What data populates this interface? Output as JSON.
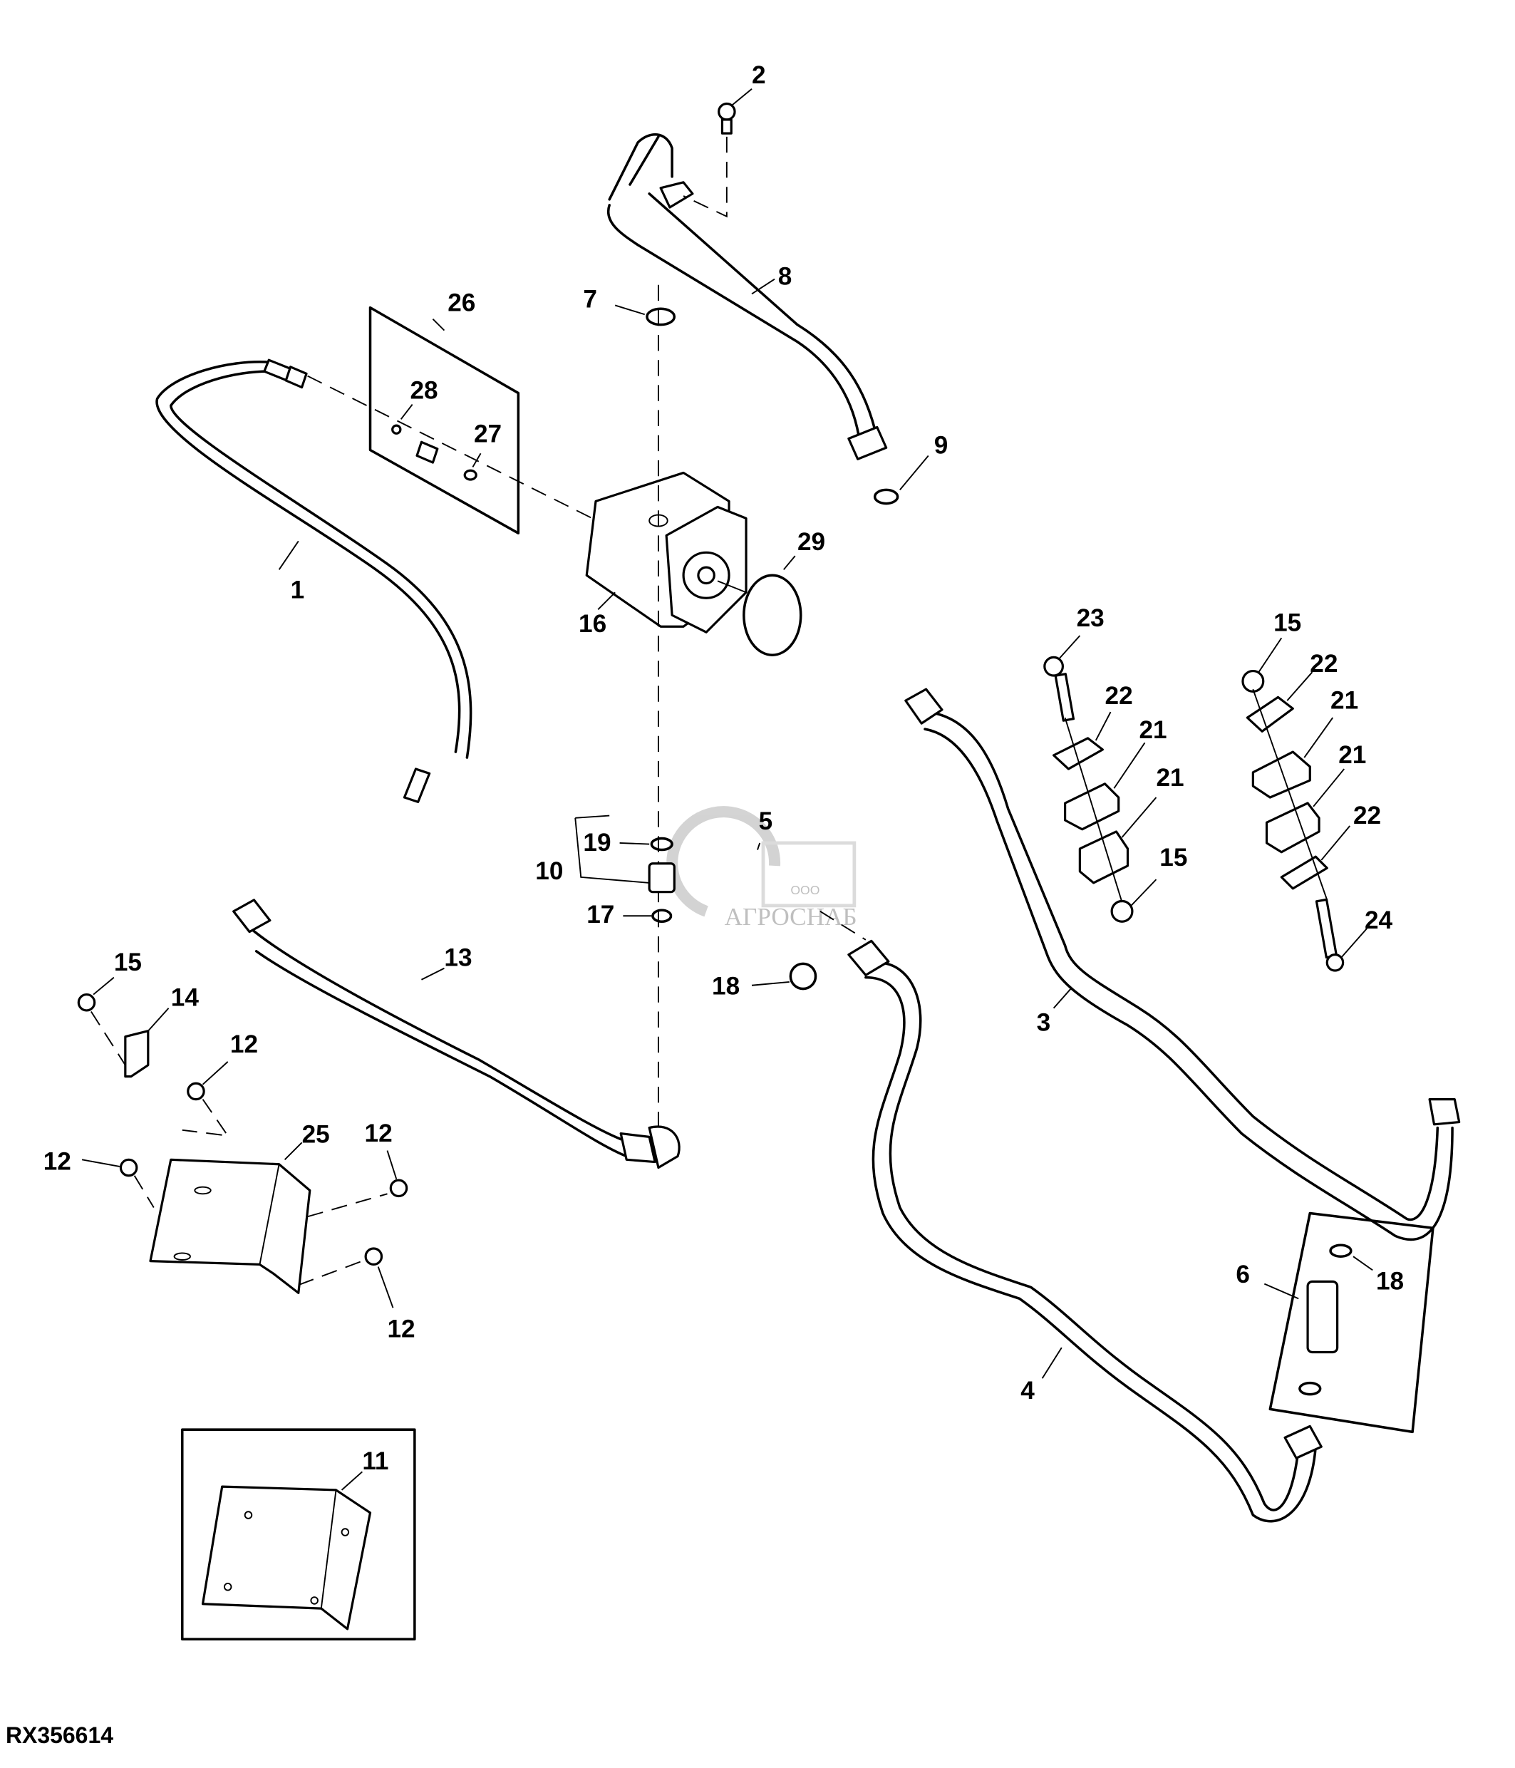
{
  "figure": {
    "id": "RX356614",
    "watermark": {
      "prefix": "ООО",
      "name": "АГРОСНАБ",
      "color": "#b9b9b9"
    }
  },
  "callouts": {
    "c1": "1",
    "c2": "2",
    "c3": "3",
    "c4": "4",
    "c5": "5",
    "c6": "6",
    "c7": "7",
    "c8": "8",
    "c9": "9",
    "c10": "10",
    "c11": "11",
    "c12a": "12",
    "c12b": "12",
    "c12c": "12",
    "c12d": "12",
    "c13": "13",
    "c14": "14",
    "c15a": "15",
    "c15b": "15",
    "c15c": "15",
    "c16": "16",
    "c17": "17",
    "c18a": "18",
    "c18b": "18",
    "c19": "19",
    "c21a": "21",
    "c21b": "21",
    "c21c": "21",
    "c21d": "21",
    "c22a": "22",
    "c22b": "22",
    "c22c": "22",
    "c23": "23",
    "c24": "24",
    "c25": "25",
    "c26": "26",
    "c27": "27",
    "c28": "28",
    "c29": "29"
  },
  "colors": {
    "line": "#000000",
    "background": "#ffffff"
  }
}
